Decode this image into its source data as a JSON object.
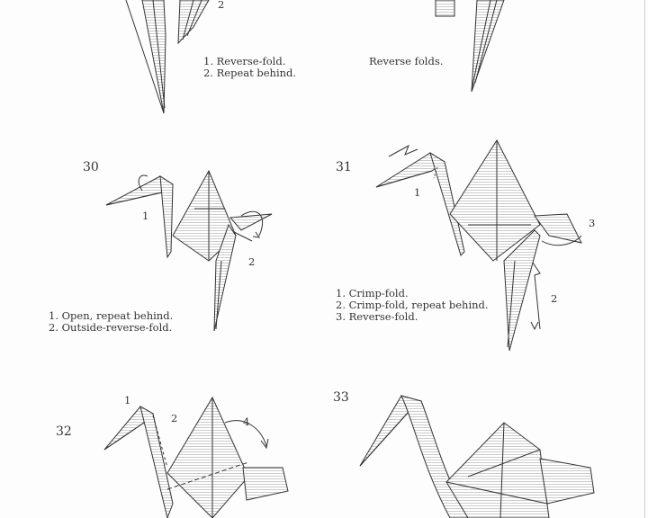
{
  "step_28": {
    "marker_2": "2",
    "instructions": [
      "1. Reverse-fold.",
      "2. Repeat behind."
    ]
  },
  "step_29": {
    "instructions": [
      "Reverse folds."
    ]
  },
  "step_30": {
    "number": "30",
    "marker_1": "1",
    "marker_2": "2",
    "instructions": [
      "1. Open, repeat behind.",
      "2. Outside-reverse-fold."
    ]
  },
  "step_31": {
    "number": "31",
    "marker_1": "1",
    "marker_2": "2",
    "marker_3": "3",
    "instructions": [
      "1. Crimp-fold.",
      "2. Crimp-fold, repeat behind.",
      "3. Reverse-fold."
    ]
  },
  "step_32": {
    "number": "32",
    "marker_1": "1",
    "marker_2": "2",
    "marker_4": "4"
  },
  "step_33": {
    "number": "33"
  }
}
